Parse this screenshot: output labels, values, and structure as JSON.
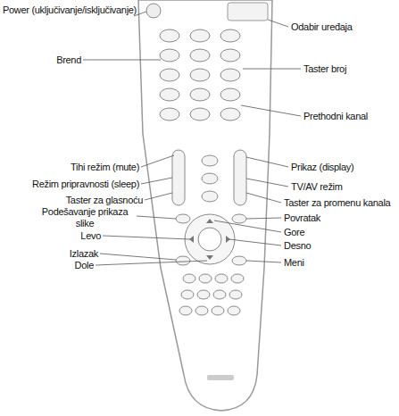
{
  "diagram": {
    "labels": [
      "Power (uključivanje/isključivanje)",
      "Odabir uređaja",
      "Brend",
      "Taster broj",
      "Prethodni kanal",
      "Tihi režim (mute)",
      "Prikaz (display)",
      "Režim pripravnosti (sleep)",
      "TV/AV režim",
      "Taster za glasnoću",
      "Taster za promenu kanala",
      "Podešavanje prikaza slike",
      "Povratak",
      "Gore",
      "Levo",
      "Desno",
      "Izlazak",
      "Meni",
      "Dole"
    ]
  }
}
